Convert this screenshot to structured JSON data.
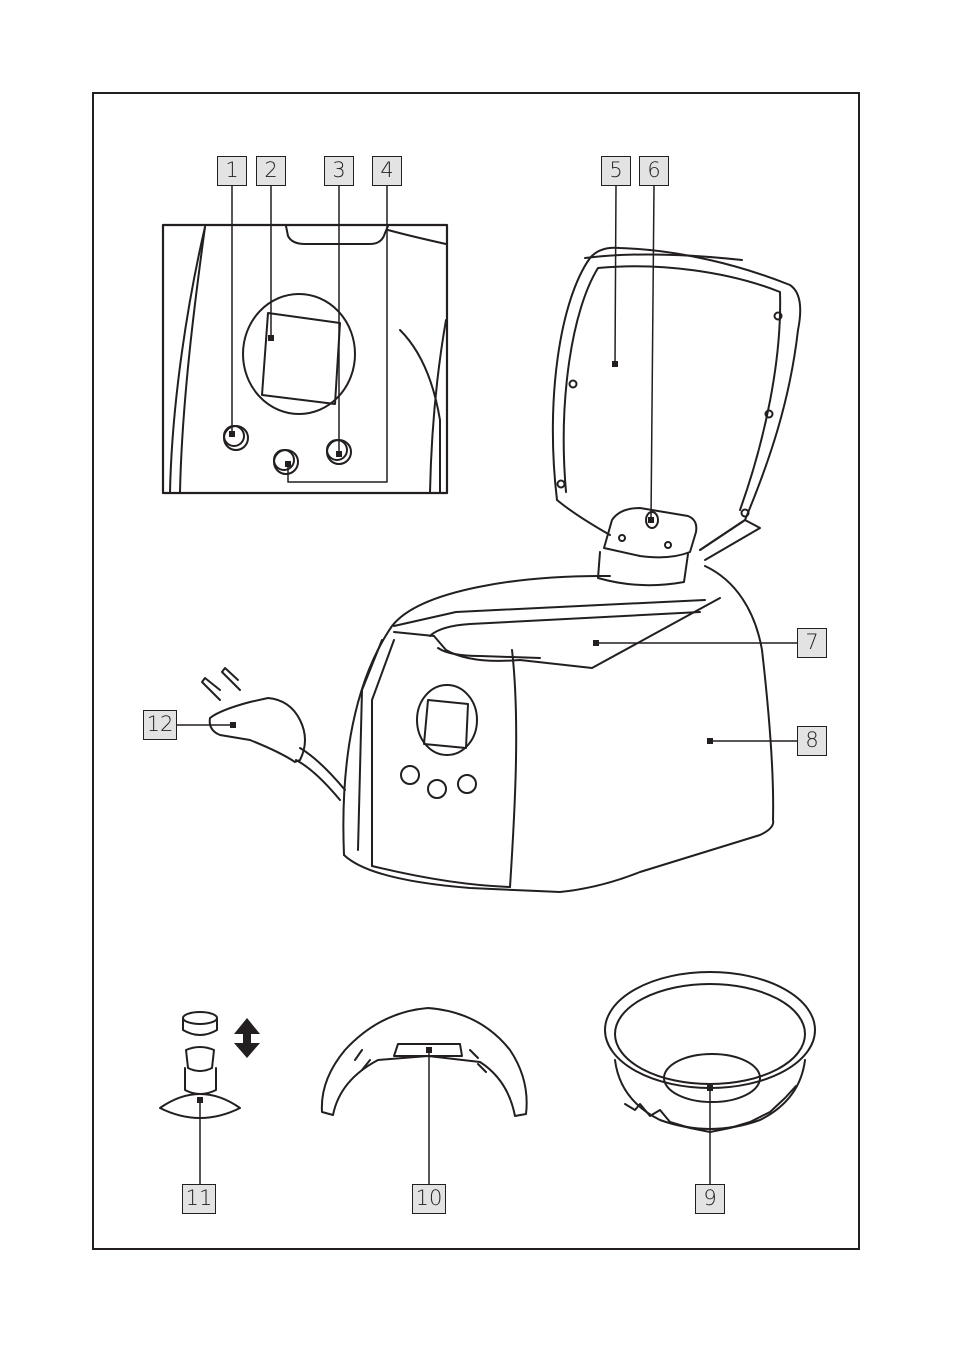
{
  "callouts": [
    {
      "id": "1",
      "label": "1"
    },
    {
      "id": "2",
      "label": "2"
    },
    {
      "id": "3",
      "label": "3"
    },
    {
      "id": "4",
      "label": "4"
    },
    {
      "id": "5",
      "label": "5"
    },
    {
      "id": "6",
      "label": "6"
    },
    {
      "id": "7",
      "label": "7"
    },
    {
      "id": "8",
      "label": "8"
    },
    {
      "id": "9",
      "label": "9"
    },
    {
      "id": "10",
      "label": "10"
    },
    {
      "id": "11",
      "label": "11"
    },
    {
      "id": "12",
      "label": "12"
    }
  ],
  "colors": {
    "line": "#231f20",
    "callout_fill": "#e3e3e3",
    "paper": "#ffffff"
  }
}
